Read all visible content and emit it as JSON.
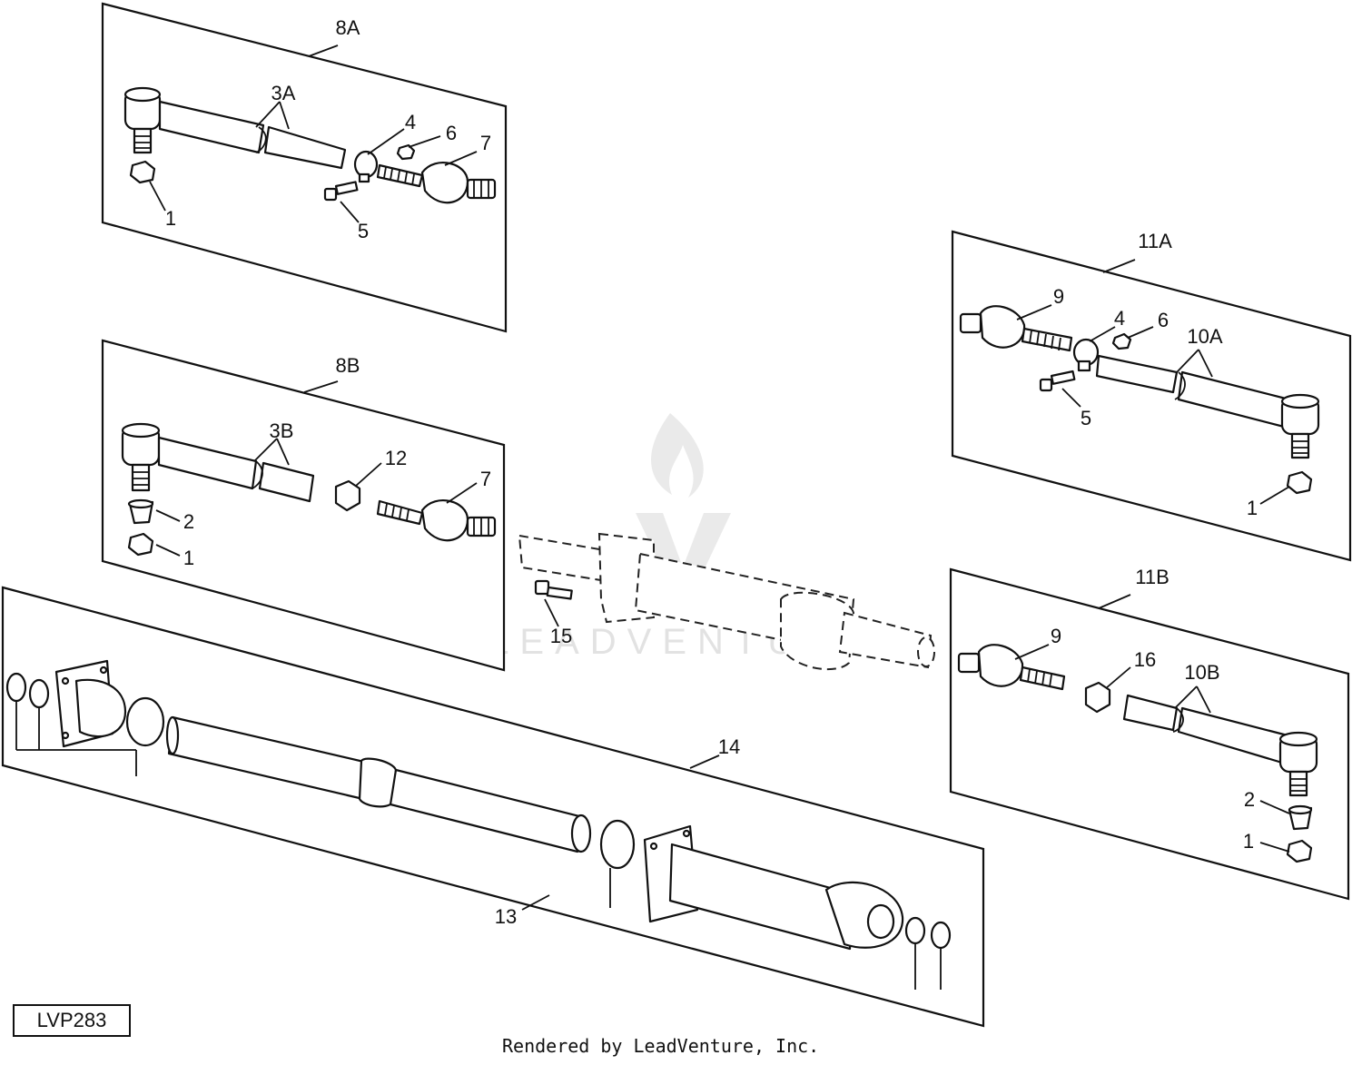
{
  "labels": {
    "l8A": "8A",
    "l3A": "3A",
    "l4a": "4",
    "l6a": "6",
    "l7a": "7",
    "l1a": "1",
    "l5a": "5",
    "l8B": "8B",
    "l3B": "3B",
    "l12": "12",
    "l7b": "7",
    "l2b": "2",
    "l1b": "1",
    "l11A": "11A",
    "l9a": "9",
    "l4b": "4",
    "l6b": "6",
    "l10A": "10A",
    "l5b": "5",
    "l1c": "1",
    "l11B": "11B",
    "l9b": "9",
    "l16": "16",
    "l10B": "10B",
    "l2c": "2",
    "l1d": "1",
    "l15": "15",
    "l14": "14",
    "l13": "13"
  },
  "watermark": "LEADVENTURE",
  "reference_code": "LVP283",
  "footer": "Rendered by LeadVenture, Inc."
}
